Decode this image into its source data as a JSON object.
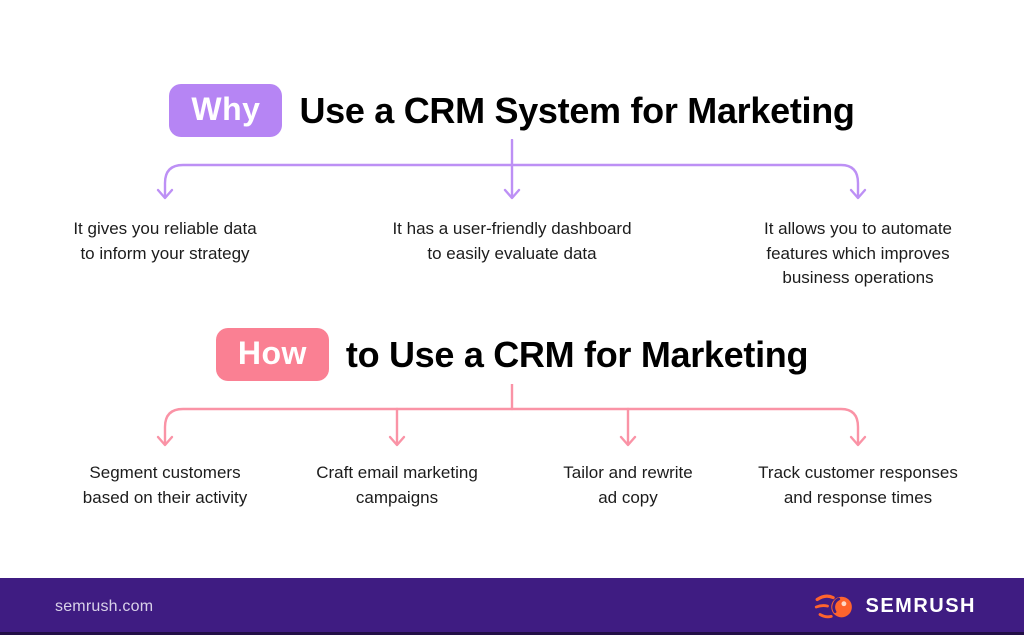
{
  "theme": {
    "why_accent": "#b685f4",
    "why_line": "#bd90f5",
    "how_accent": "#fa8093",
    "how_line": "#fa93a6",
    "text_color": "#1c1c1c",
    "footer_bg": "#3f1c82",
    "footer_text": "#d9d2e9",
    "logo_orange": "#ff642d",
    "page_bg": "#ffffff"
  },
  "why_section": {
    "badge_label": "Why",
    "title": "Use a CRM System for Marketing",
    "items": [
      {
        "text": "It gives you reliable data\nto inform your strategy"
      },
      {
        "text": "It has a user-friendly dashboard\nto easily evaluate data"
      },
      {
        "text": "It allows you to automate\nfeatures which improves\nbusiness operations"
      }
    ]
  },
  "how_section": {
    "badge_label": "How",
    "title": "to Use a CRM for Marketing",
    "items": [
      {
        "text": "Segment customers\nbased on their activity"
      },
      {
        "text": "Craft email marketing\ncampaigns"
      },
      {
        "text": "Tailor and rewrite\nad copy"
      },
      {
        "text": "Track customer responses\nand response times"
      }
    ]
  },
  "footer": {
    "website": "semrush.com",
    "logo_text": "SEMRUSH"
  }
}
